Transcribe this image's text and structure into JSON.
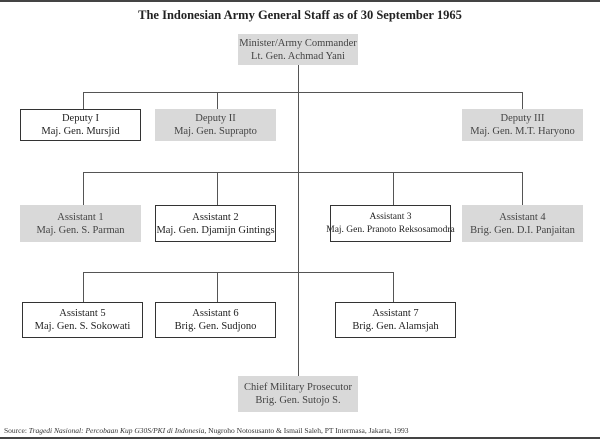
{
  "title": "The Indonesian Army General Staff as of 30 September 1965",
  "nodes": {
    "minister": {
      "role": "Minister/Army Commander",
      "name": "Lt. Gen. Achmad Yani"
    },
    "deputy1": {
      "role": "Deputy I",
      "name": "Maj. Gen. Mursjid"
    },
    "deputy2": {
      "role": "Deputy II",
      "name": "Maj. Gen. Suprapto"
    },
    "deputy3": {
      "role": "Deputy III",
      "name": "Maj. Gen. M.T. Haryono"
    },
    "assistant1": {
      "role": "Assistant 1",
      "name": "Maj. Gen. S. Parman"
    },
    "assistant2": {
      "role": "Assistant 2",
      "name": "Maj. Gen. Djamijn Gintings"
    },
    "assistant3": {
      "role": "Assistant 3",
      "name": "Maj. Gen. Pranoto Reksosamodra"
    },
    "assistant4": {
      "role": "Assistant 4",
      "name": "Brig. Gen. D.I. Panjaitan"
    },
    "assistant5": {
      "role": "Assistant 5",
      "name": "Maj. Gen. S. Sokowati"
    },
    "assistant6": {
      "role": "Assistant 6",
      "name": "Brig. Gen. Sudjono"
    },
    "assistant7": {
      "role": "Assistant 7",
      "name": "Brig. Gen. Alamsjah"
    },
    "prosecutor": {
      "role": "Chief Military Prosecutor",
      "name": "Brig. Gen. Sutojo S."
    }
  },
  "source": {
    "label": "Source: ",
    "title": "Tragedi Nasional: Percobaan Kup G30S/PKI di Indonesia",
    "rest": ", Nugroho Notosusanto & Ismail Saleh, PT Intermasa, Jakarta, 1993"
  },
  "colors": {
    "highlight": "#d9d9d9",
    "line": "#555555"
  }
}
